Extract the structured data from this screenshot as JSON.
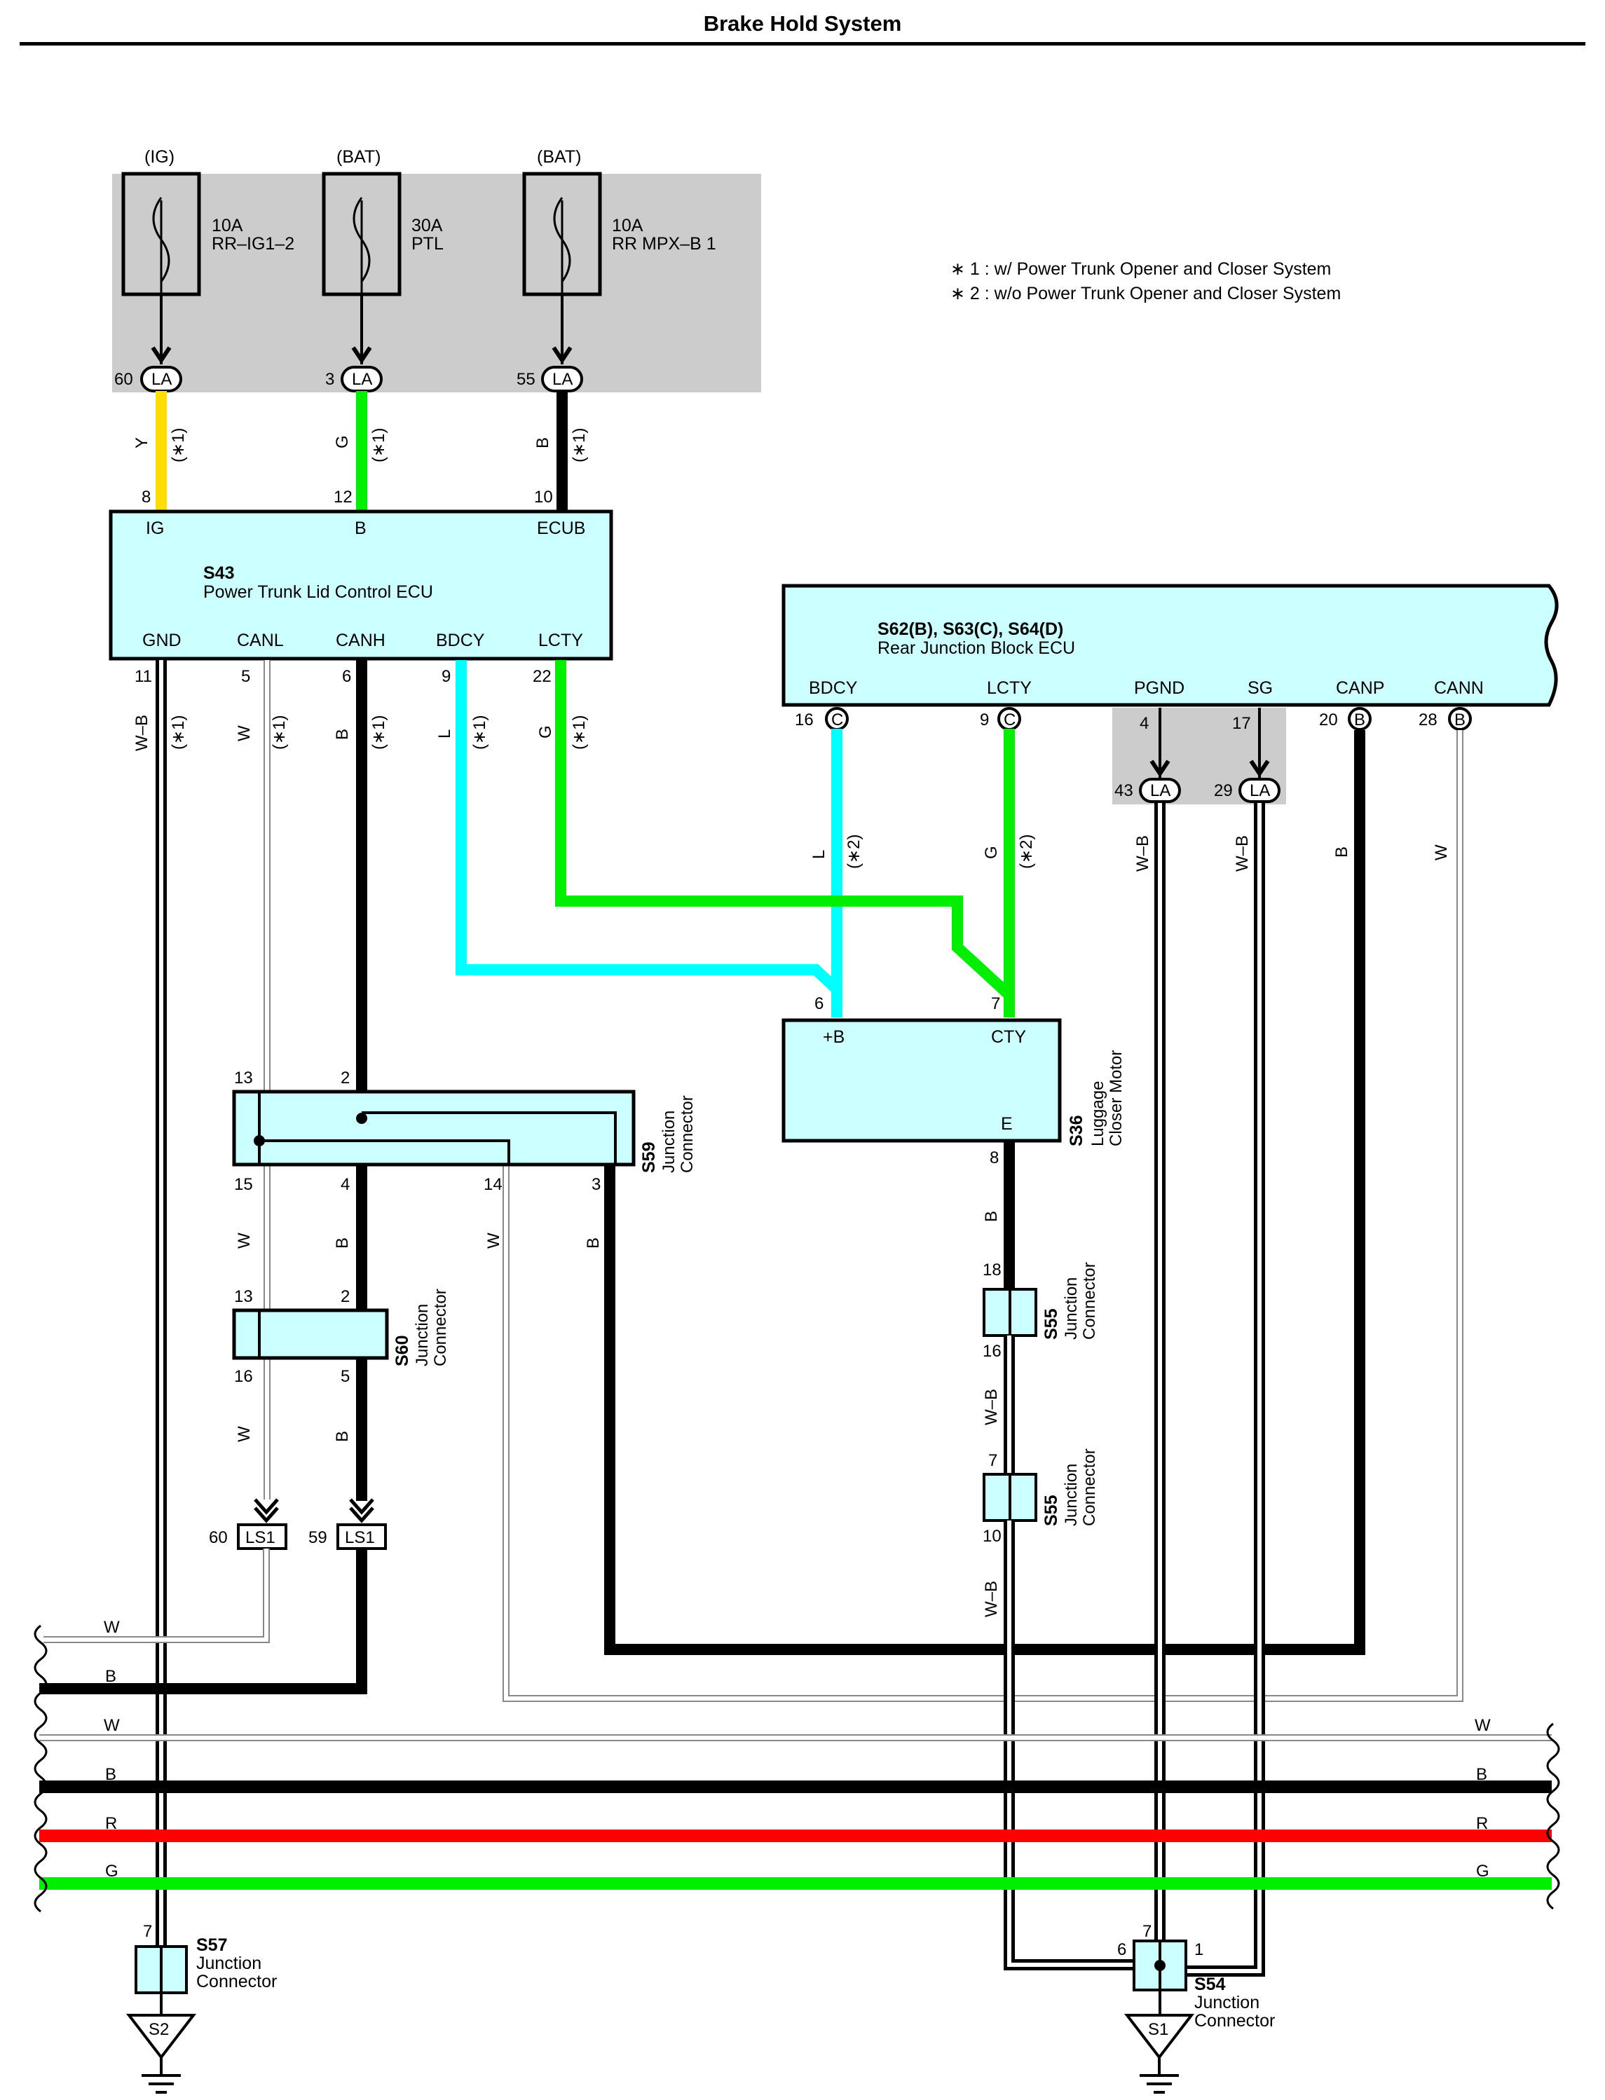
{
  "title": "Brake Hold System",
  "notes": [
    "∗ 1 : w/ Power Trunk Opener and Closer System",
    "∗ 2 : w/o Power Trunk Opener and Closer System"
  ],
  "fuses": [
    {
      "source": "(IG)",
      "rating": "10A",
      "name": "RR–IG1–2",
      "pin": "60",
      "connector": "LA"
    },
    {
      "source": "(BAT)",
      "rating": "30A",
      "name": "PTL",
      "pin": "3",
      "connector": "LA"
    },
    {
      "source": "(BAT)",
      "rating": "10A",
      "name": "RR MPX–B 1",
      "pin": "55",
      "connector": "LA"
    }
  ],
  "ecu_s43": {
    "code": "S43",
    "name": "Power Trunk Lid Control ECU",
    "top_terminals": [
      {
        "pin": "8",
        "name": "IG",
        "wire": "Y",
        "note": "(∗1)"
      },
      {
        "pin": "12",
        "name": "B",
        "wire": "G",
        "note": "(∗1)"
      },
      {
        "pin": "10",
        "name": "ECUB",
        "wire": "B",
        "note": "(∗1)"
      }
    ],
    "bottom_terminals": [
      {
        "pin": "11",
        "name": "GND",
        "wire": "W–B",
        "note": "(∗1)"
      },
      {
        "pin": "5",
        "name": "CANL",
        "wire": "W",
        "note": "(∗1)"
      },
      {
        "pin": "6",
        "name": "CANH",
        "wire": "B",
        "note": "(∗1)"
      },
      {
        "pin": "9",
        "name": "BDCY",
        "wire": "L",
        "note": "(∗1)"
      },
      {
        "pin": "22",
        "name": "LCTY",
        "wire": "G",
        "note": "(∗1)"
      }
    ]
  },
  "ecu_rear": {
    "code": "S62(B), S63(C), S64(D)",
    "name": "Rear Junction Block ECU",
    "terminals": [
      {
        "name": "BDCY",
        "pin": "16",
        "conn": "C",
        "wire": "L",
        "note": "(∗2)"
      },
      {
        "name": "LCTY",
        "pin": "9",
        "conn": "C",
        "wire": "G",
        "note": "(∗2)"
      },
      {
        "name": "PGND",
        "pin": "4",
        "pin2": "43",
        "conn2": "LA",
        "wire": "W–B"
      },
      {
        "name": "SG",
        "pin": "17",
        "pin2": "29",
        "conn2": "LA",
        "wire": "W–B"
      },
      {
        "name": "CANP",
        "pin": "20",
        "conn": "B",
        "wire": "B"
      },
      {
        "name": "CANN",
        "pin": "28",
        "conn": "B",
        "wire": "W"
      }
    ]
  },
  "motor_s36": {
    "code": "S36",
    "name_line1": "Luggage",
    "name_line2": "Closer Motor",
    "terminals": [
      {
        "pin": "6",
        "name": "+B"
      },
      {
        "pin": "7",
        "name": "CTY"
      },
      {
        "pin": "8",
        "name": "E",
        "wire": "B"
      }
    ]
  },
  "junctions": {
    "s59": {
      "code": "S59",
      "l1": "Junction",
      "l2": "Connector",
      "pins": [
        "13",
        "2",
        "15",
        "4",
        "14",
        "3"
      ],
      "wires": [
        "W",
        "B",
        "W",
        "B"
      ]
    },
    "s60": {
      "code": "S60",
      "l1": "Junction",
      "l2": "Connector",
      "pins": [
        "13",
        "2",
        "16",
        "5"
      ],
      "wires": [
        "W",
        "B"
      ]
    },
    "s55a": {
      "code": "S55",
      "l1": "Junction",
      "l2": "Connector",
      "pins": [
        "18",
        "16"
      ],
      "wire": "W–B"
    },
    "s55b": {
      "code": "S55",
      "l1": "Junction",
      "l2": "Connector",
      "pins": [
        "7",
        "10"
      ],
      "wire": "W–B"
    },
    "s57": {
      "code": "S57",
      "l1": "Junction",
      "l2": "Connector",
      "pin": "7"
    },
    "s54": {
      "code": "S54",
      "l1": "Junction",
      "l2": "Connector",
      "pins": [
        "7",
        "6",
        "1"
      ]
    }
  },
  "ls1": [
    {
      "pin": "60",
      "name": "LS1"
    },
    {
      "pin": "59",
      "name": "LS1"
    }
  ],
  "buses": [
    {
      "label": "W",
      "color": "#ffffff"
    },
    {
      "label": "B",
      "color": "#000000"
    },
    {
      "label": "W",
      "color": "#ffffff"
    },
    {
      "label": "B",
      "color": "#000000"
    },
    {
      "label": "R",
      "color": "#ff0000"
    },
    {
      "label": "G",
      "color": "#00ee00"
    }
  ],
  "grounds": [
    "S2",
    "S1"
  ],
  "colors": {
    "yellow": "#ffdd00",
    "green": "#00ee00",
    "cyan": "#00ffff",
    "red": "#ff0000",
    "box_fill": "#ccffff",
    "shade": "#cccccc"
  }
}
